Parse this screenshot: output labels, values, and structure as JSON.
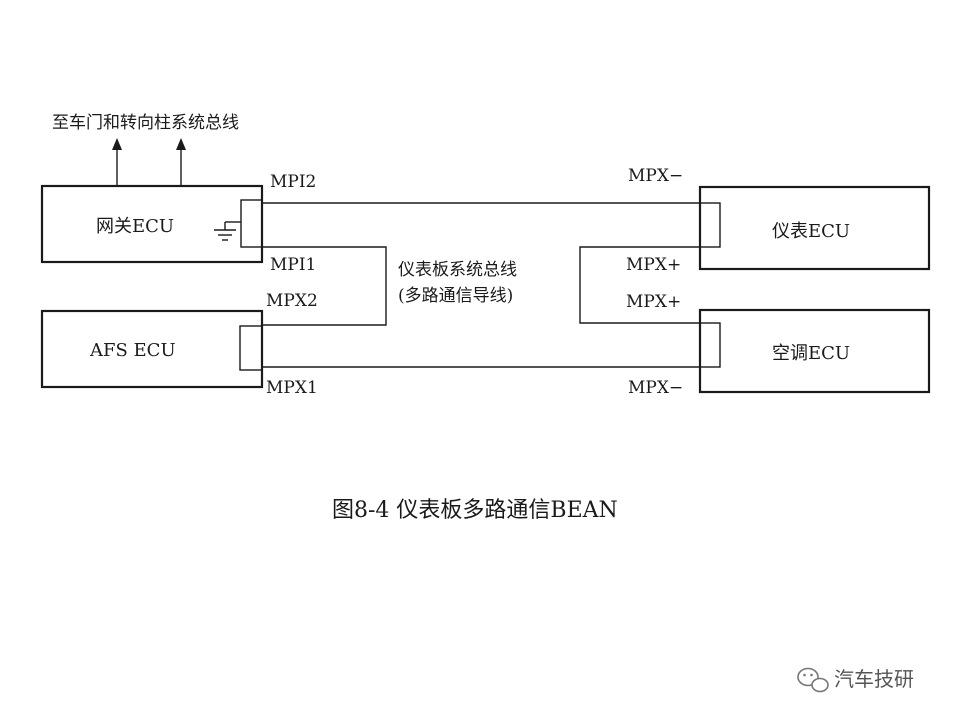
{
  "diagram": {
    "bus_note": "至车门和转向柱系统总线",
    "bus_name_line1": "仪表板系统总线",
    "bus_name_line2": "(多路通信导线)",
    "caption": "图8-4 仪表板多路通信BEAN",
    "ecus": {
      "gateway": "网关ECU",
      "afs": "AFS ECU",
      "meter": "仪表ECU",
      "ac": "空调ECU"
    },
    "pins": {
      "mpi2": "MPI2",
      "mpi1": "MPI1",
      "mpx2": "MPX2",
      "mpx1": "MPX1",
      "meter_minus": "MPX−",
      "meter_plus": "MPX+",
      "ac_plus": "MPX+",
      "ac_minus": "MPX−"
    }
  },
  "watermark": {
    "text": "汽车技研",
    "icon": "wechat-icon"
  }
}
